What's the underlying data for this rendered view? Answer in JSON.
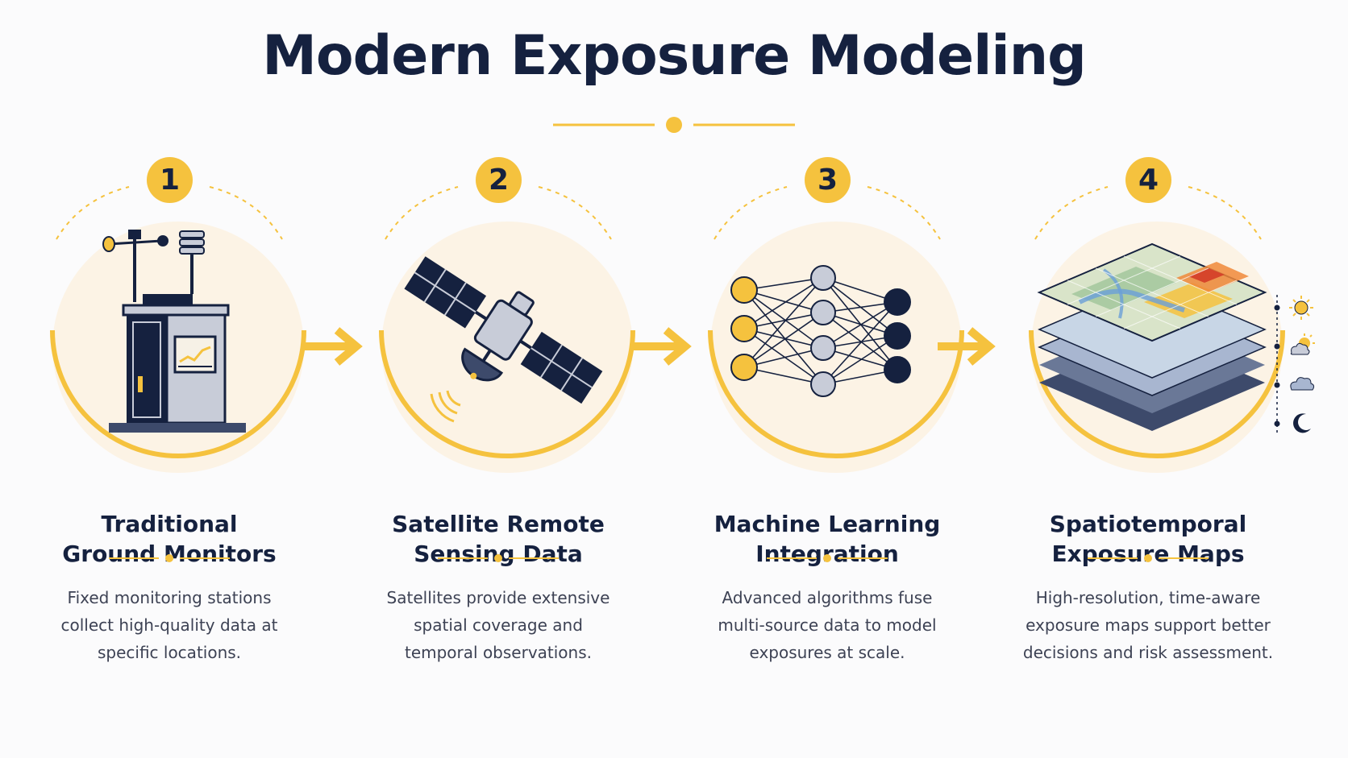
{
  "title": "Modern Exposure Modeling",
  "colors": {
    "accent": "#f5c23e",
    "navy": "#15213f",
    "circle_fill": "#fcf3e5",
    "text": "#3d4254"
  },
  "steps": [
    {
      "number": "1",
      "title_lines": [
        "Traditional",
        "Ground Monitors"
      ],
      "desc_lines": [
        "Fixed monitoring stations",
        "collect high-quality data at",
        "specific locations."
      ],
      "icon": "weather-station-icon"
    },
    {
      "number": "2",
      "title_lines": [
        "Satellite Remote",
        "Sensing Data"
      ],
      "desc_lines": [
        "Satellites provide extensive",
        "spatial coverage and",
        "temporal observations."
      ],
      "icon": "satellite-icon"
    },
    {
      "number": "3",
      "title_lines": [
        "Machine Learning",
        "Integration"
      ],
      "desc_lines": [
        "Advanced algorithms fuse",
        "multi-source data to model",
        "exposures at scale."
      ],
      "icon": "neural-network-icon"
    },
    {
      "number": "4",
      "title_lines": [
        "Spatiotemporal",
        "Exposure Maps"
      ],
      "desc_lines": [
        "High-resolution, time-aware",
        "exposure maps support better",
        "decisions and risk assessment."
      ],
      "icon": "layered-map-icon"
    }
  ],
  "time_icons": [
    "sun-icon",
    "partly-cloudy-icon",
    "cloud-icon",
    "moon-icon"
  ]
}
